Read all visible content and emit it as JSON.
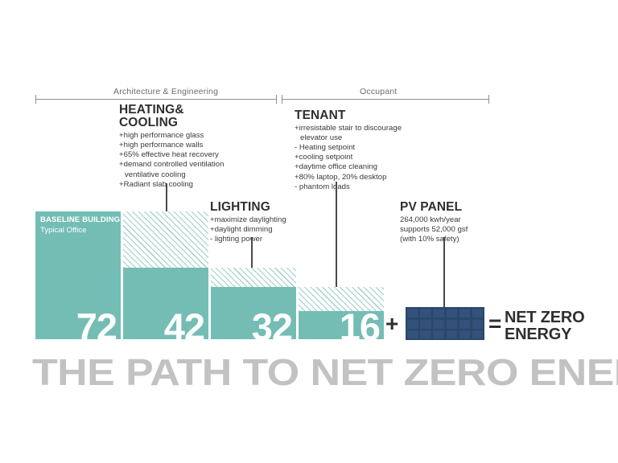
{
  "brackets": [
    {
      "label": "Architecture & Engineering"
    },
    {
      "label": "Occupant"
    }
  ],
  "callouts": [
    {
      "title_line1": "HEATING&",
      "title_line2": "COOLING",
      "items": [
        {
          "text": "+high performance glass",
          "indent": false
        },
        {
          "text": "+high performance walls",
          "indent": false
        },
        {
          "text": "+65% effective heat recovery",
          "indent": false
        },
        {
          "text": "+demand controlled ventilation",
          "indent": false
        },
        {
          "text": "ventilative cooling",
          "indent": true
        },
        {
          "text": "+Radiant slab cooling",
          "indent": false
        }
      ]
    },
    {
      "title_line1": "TENANT",
      "title_line2": "",
      "items": [
        {
          "text": "+irresistable stair to discourage",
          "indent": false
        },
        {
          "text": "elevator use",
          "indent": true
        },
        {
          "text": "- Heating setpoint",
          "indent": false
        },
        {
          "text": "+cooling setpoint",
          "indent": false
        },
        {
          "text": "+daytime office cleaning",
          "indent": false
        },
        {
          "text": "+80% laptop, 20% desktop",
          "indent": false
        },
        {
          "text": "- phantom loads",
          "indent": false
        }
      ]
    },
    {
      "title_line1": "LIGHTING",
      "title_line2": "",
      "items": [
        {
          "text": "+maximize daylighting",
          "indent": false
        },
        {
          "text": "+daylight dimming",
          "indent": false
        },
        {
          "text": "- lighting power",
          "indent": false
        }
      ]
    },
    {
      "title_line1": "PV PANEL",
      "title_line2": "",
      "items": [
        {
          "text": "264,000 kwh/year",
          "indent": false
        },
        {
          "text": "supports 52,000 gsf",
          "indent": false
        },
        {
          "text": "(with 10% safety)",
          "indent": false
        }
      ]
    }
  ],
  "baseline_tag": {
    "line1": "BASELINE BUILDING",
    "line2": "Typical Office"
  },
  "operators": {
    "plus": "+",
    "equals": "="
  },
  "net_zero": {
    "line1": "NET ZERO",
    "line2": "ENERGY"
  },
  "main_title": "THE PATH TO NET ZERO ENERGY",
  "colors": {
    "teal": "#74bdb5",
    "hatch": "#9ccfc9",
    "panel": "#2b4769",
    "title_gray": "#c2c2c2",
    "leader": "#4a4a4a"
  },
  "chart_data": {
    "type": "bar",
    "title": "THE PATH TO NET ZERO ENERGY",
    "xlabel": "",
    "ylabel": "",
    "categories": [
      "Baseline Building",
      "Heating & Cooling",
      "Lighting",
      "Tenant"
    ],
    "values": [
      72,
      42,
      32,
      16
    ],
    "value_labels": [
      "72",
      "42",
      "32",
      "16"
    ],
    "reductions": [
      0,
      30,
      10,
      16
    ],
    "ylim": [
      0,
      72
    ],
    "grid": false,
    "legend": false,
    "notes": "Stepped waterfall: each bar's solid teal portion is the remaining energy use; the diagonal-hatched portion above it is the savings removed by that measure. Final 16 plus PV panel output equals net zero energy."
  }
}
